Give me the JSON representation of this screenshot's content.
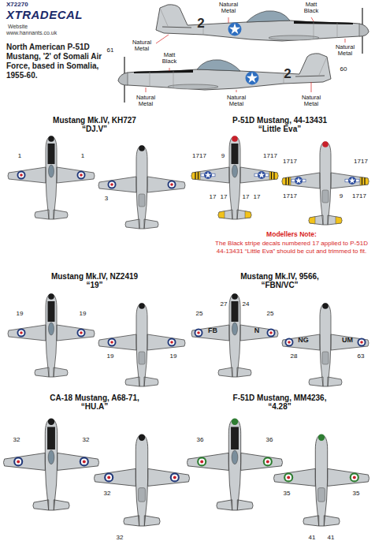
{
  "diagram": {
    "title": "North American P-51D Mustang, '2' of Somali Air Force, based in Somalia, 1955-60.",
    "labels": [
      "X72270",
      "XTRADECAL",
      "Website",
      "www.hannants.co.uk",
      "Natural Metal",
      "Matt Black",
      "Natural Metal",
      "Natural Metal",
      "2",
      "Matt Black",
      "Natural Metal",
      "Natural Metal",
      "Natural Metal",
      "2",
      "61",
      "60",
      "Mustang Mk.IV, KH727 “DJ.V”",
      "P-51D Mustang, 44-13431 “Little Eva”",
      "1",
      "1",
      "3",
      "1717",
      "9",
      "1717",
      "17",
      "17",
      "17",
      "17",
      "1717",
      "1717",
      "1717",
      "9",
      "1717",
      "Modellers Note:",
      "The Black stripe decals numbered 17 applied to P-51D 44-13431 “Little Eva” should be cut and trimmed to fit.",
      "Mustang Mk.IV, NZ2419 “19”",
      "Mustang Mk.IV, 9566, “FBN/VC”",
      "19",
      "19",
      "19",
      "19",
      "25",
      "27",
      "24",
      "25",
      "FB",
      "N",
      "NG",
      "UM",
      "28",
      "63",
      "CA-18 Mustang, A68-71, “HU.A”",
      "F-51D Mustang, MM4236, “4.28”",
      "32",
      "32",
      "32",
      "32",
      "36",
      "36",
      "35",
      "35",
      "41",
      "41"
    ]
  }
}
